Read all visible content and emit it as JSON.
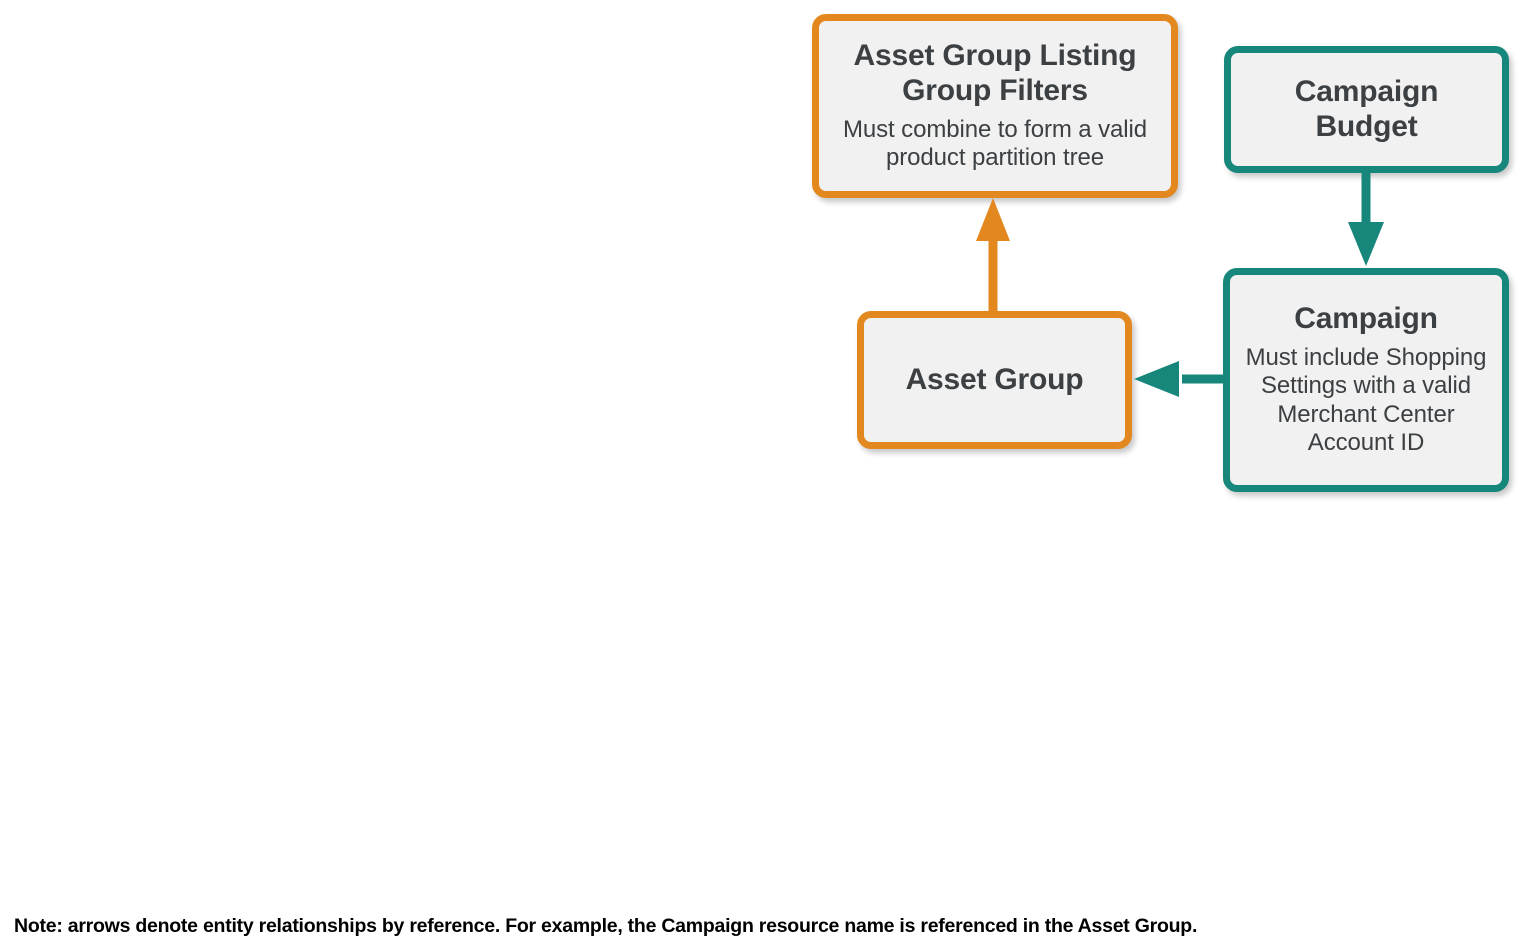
{
  "diagram": {
    "type": "entity-relationship",
    "background": "#ffffff",
    "colors": {
      "orange": "#e2881f",
      "teal": "#17867b",
      "node_fill": "#f1f1f1",
      "text": "#3c4043",
      "note_text": "#000000"
    },
    "nodes": [
      {
        "id": "asset-group-listing-group-filters",
        "title": "Asset Group Listing Group Filters",
        "subtitle": "Must combine to form a valid product partition tree",
        "color": "orange"
      },
      {
        "id": "campaign-budget",
        "title": "Campaign Budget",
        "subtitle": "",
        "color": "teal"
      },
      {
        "id": "asset-group",
        "title": "Asset Group",
        "subtitle": "",
        "color": "orange"
      },
      {
        "id": "campaign",
        "title": "Campaign",
        "subtitle": "Must include Shopping Settings with a valid Merchant Center Account ID",
        "color": "teal"
      }
    ],
    "edges": [
      {
        "id": "asset-group-to-listing-group-filters",
        "from": "asset-group",
        "to": "asset-group-listing-group-filters",
        "direction": "up",
        "color": "orange"
      },
      {
        "id": "campaign-budget-to-campaign",
        "from": "campaign-budget",
        "to": "campaign",
        "direction": "down",
        "color": "teal"
      },
      {
        "id": "campaign-to-asset-group",
        "from": "campaign",
        "to": "asset-group",
        "direction": "left",
        "color": "teal"
      }
    ],
    "note": "Note: arrows denote entity relationships by reference. For example, the Campaign resource name is referenced in the Asset Group."
  }
}
